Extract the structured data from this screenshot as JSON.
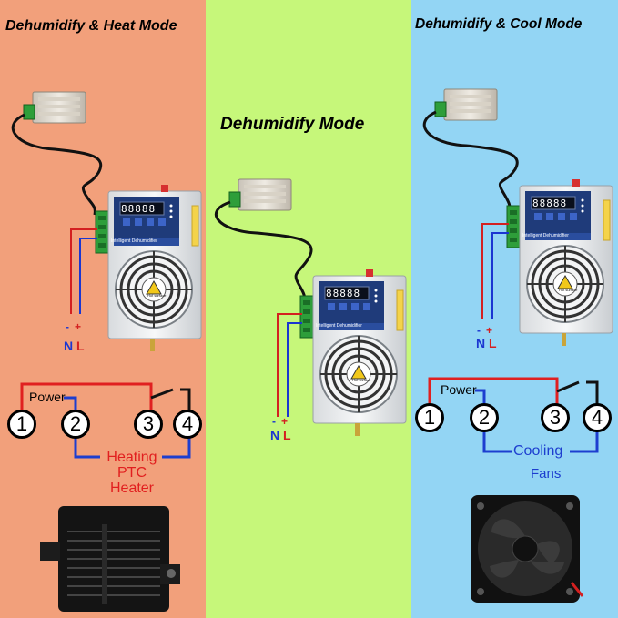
{
  "panels": [
    {
      "title": "Dehumidify & Heat Mode",
      "wire_neg": "-",
      "wire_pos": "+",
      "label_n": "N",
      "label_l": "L",
      "power_label": "Power",
      "terminals": [
        "1",
        "2",
        "3",
        "4"
      ],
      "load_line1": "Heating",
      "load_line2": "PTC",
      "load_line3": "Heater",
      "color": "#f2a07b"
    },
    {
      "title": "Dehumidify Mode",
      "wire_neg": "-",
      "wire_pos": "+",
      "label_n": "N",
      "label_l": "L",
      "color": "#c6f77a"
    },
    {
      "title": "Dehumidify & Cool Mode",
      "wire_neg": "-",
      "wire_pos": "+",
      "label_n": "N",
      "label_l": "L",
      "power_label": "Power",
      "terminals": [
        "1",
        "2",
        "3",
        "4"
      ],
      "load_line1": "Cooling",
      "load_line2": "Fans",
      "color": "#93d5f4"
    }
  ],
  "device": {
    "display": "88888",
    "label": "Intelligent Dehumidifier",
    "warning": "Hot surface"
  },
  "colors": {
    "power_wire": "#e02020",
    "load_wire": "#1d3ecf",
    "case": "#eceef0",
    "control_panel": "#1f3b7a"
  }
}
